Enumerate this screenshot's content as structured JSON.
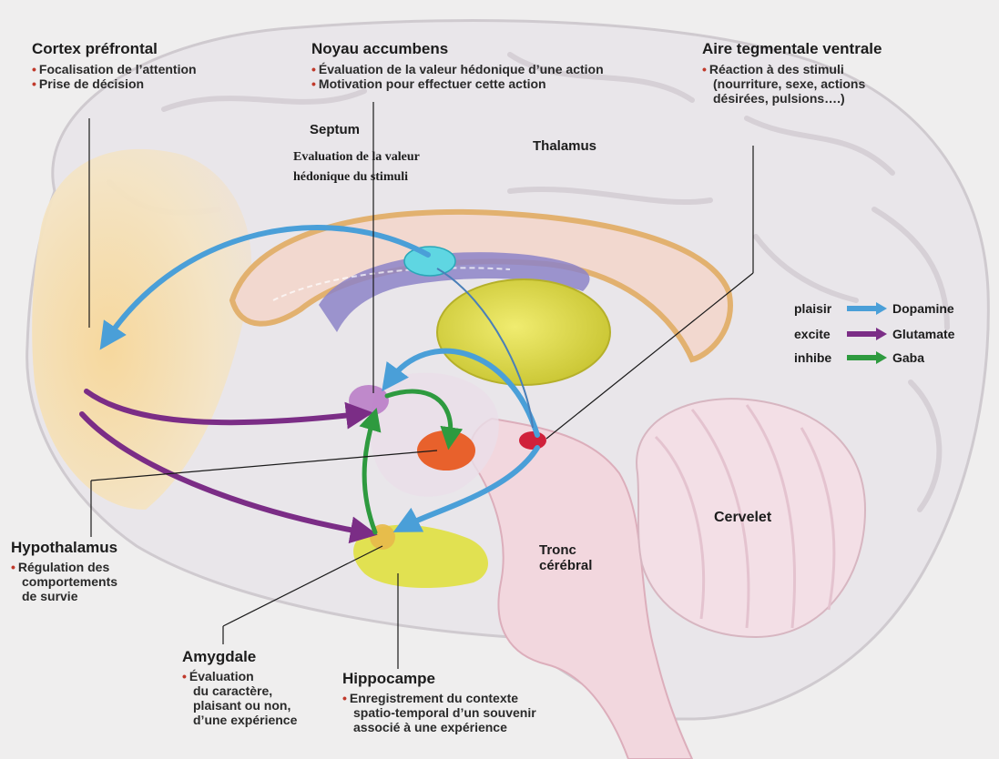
{
  "labels": {
    "cortex": {
      "title": "Cortex préfrontal",
      "items": [
        "Focalisation de l’attention",
        "Prise de décision"
      ]
    },
    "accumbens": {
      "title": "Noyau accumbens",
      "items": [
        "Évaluation de la valeur hédonique d’une action",
        "Motivation pour effectuer cette action"
      ]
    },
    "vta": {
      "title": "Aire tegmentale ventrale",
      "items": [
        "Réaction à des stimuli"
      ],
      "extra": [
        "(nourriture, sexe, actions",
        "désirées, pulsions….)"
      ]
    },
    "septum": {
      "title": "Septum",
      "desc": [
        "Evaluation de la valeur",
        "hédonique du stimuli"
      ]
    },
    "thalamus": {
      "title": "Thalamus"
    },
    "hypothalamus": {
      "title": "Hypothalamus",
      "items": [
        "Régulation des",
        "comportements",
        "de survie"
      ]
    },
    "amygdale": {
      "title": "Amygdale",
      "items": [
        "Évaluation",
        "du caractère,",
        "plaisant ou non,",
        "d’une expérience"
      ]
    },
    "hippocampe": {
      "title": "Hippocampe",
      "items": [
        "Enregistrement du contexte",
        "spatio-temporal d’un souvenir",
        "associé à une expérience"
      ]
    },
    "cervelet": "Cervelet",
    "tronc": [
      "Tronc",
      "cérébral"
    ]
  },
  "legend": [
    {
      "key": "plaisir",
      "value": "Dopamine",
      "color": "#4a9fd8"
    },
    {
      "key": "excite",
      "value": "Glutamate",
      "color": "#7b2d86"
    },
    {
      "key": "inhibe",
      "value": "Gaba",
      "color": "#2e9a3f"
    }
  ],
  "colors": {
    "dopamine": "#4a9fd8",
    "glutamate": "#7b2d86",
    "gaba": "#2e9a3f",
    "cortex": "#f3cf8f",
    "thalamus": "#dcd94a",
    "septum": "#5fd6e2",
    "vta": "#d0203a",
    "amygdala": "#e0e040",
    "hypothalamus": "#e8612c",
    "accumbens": "#b06ac0"
  }
}
